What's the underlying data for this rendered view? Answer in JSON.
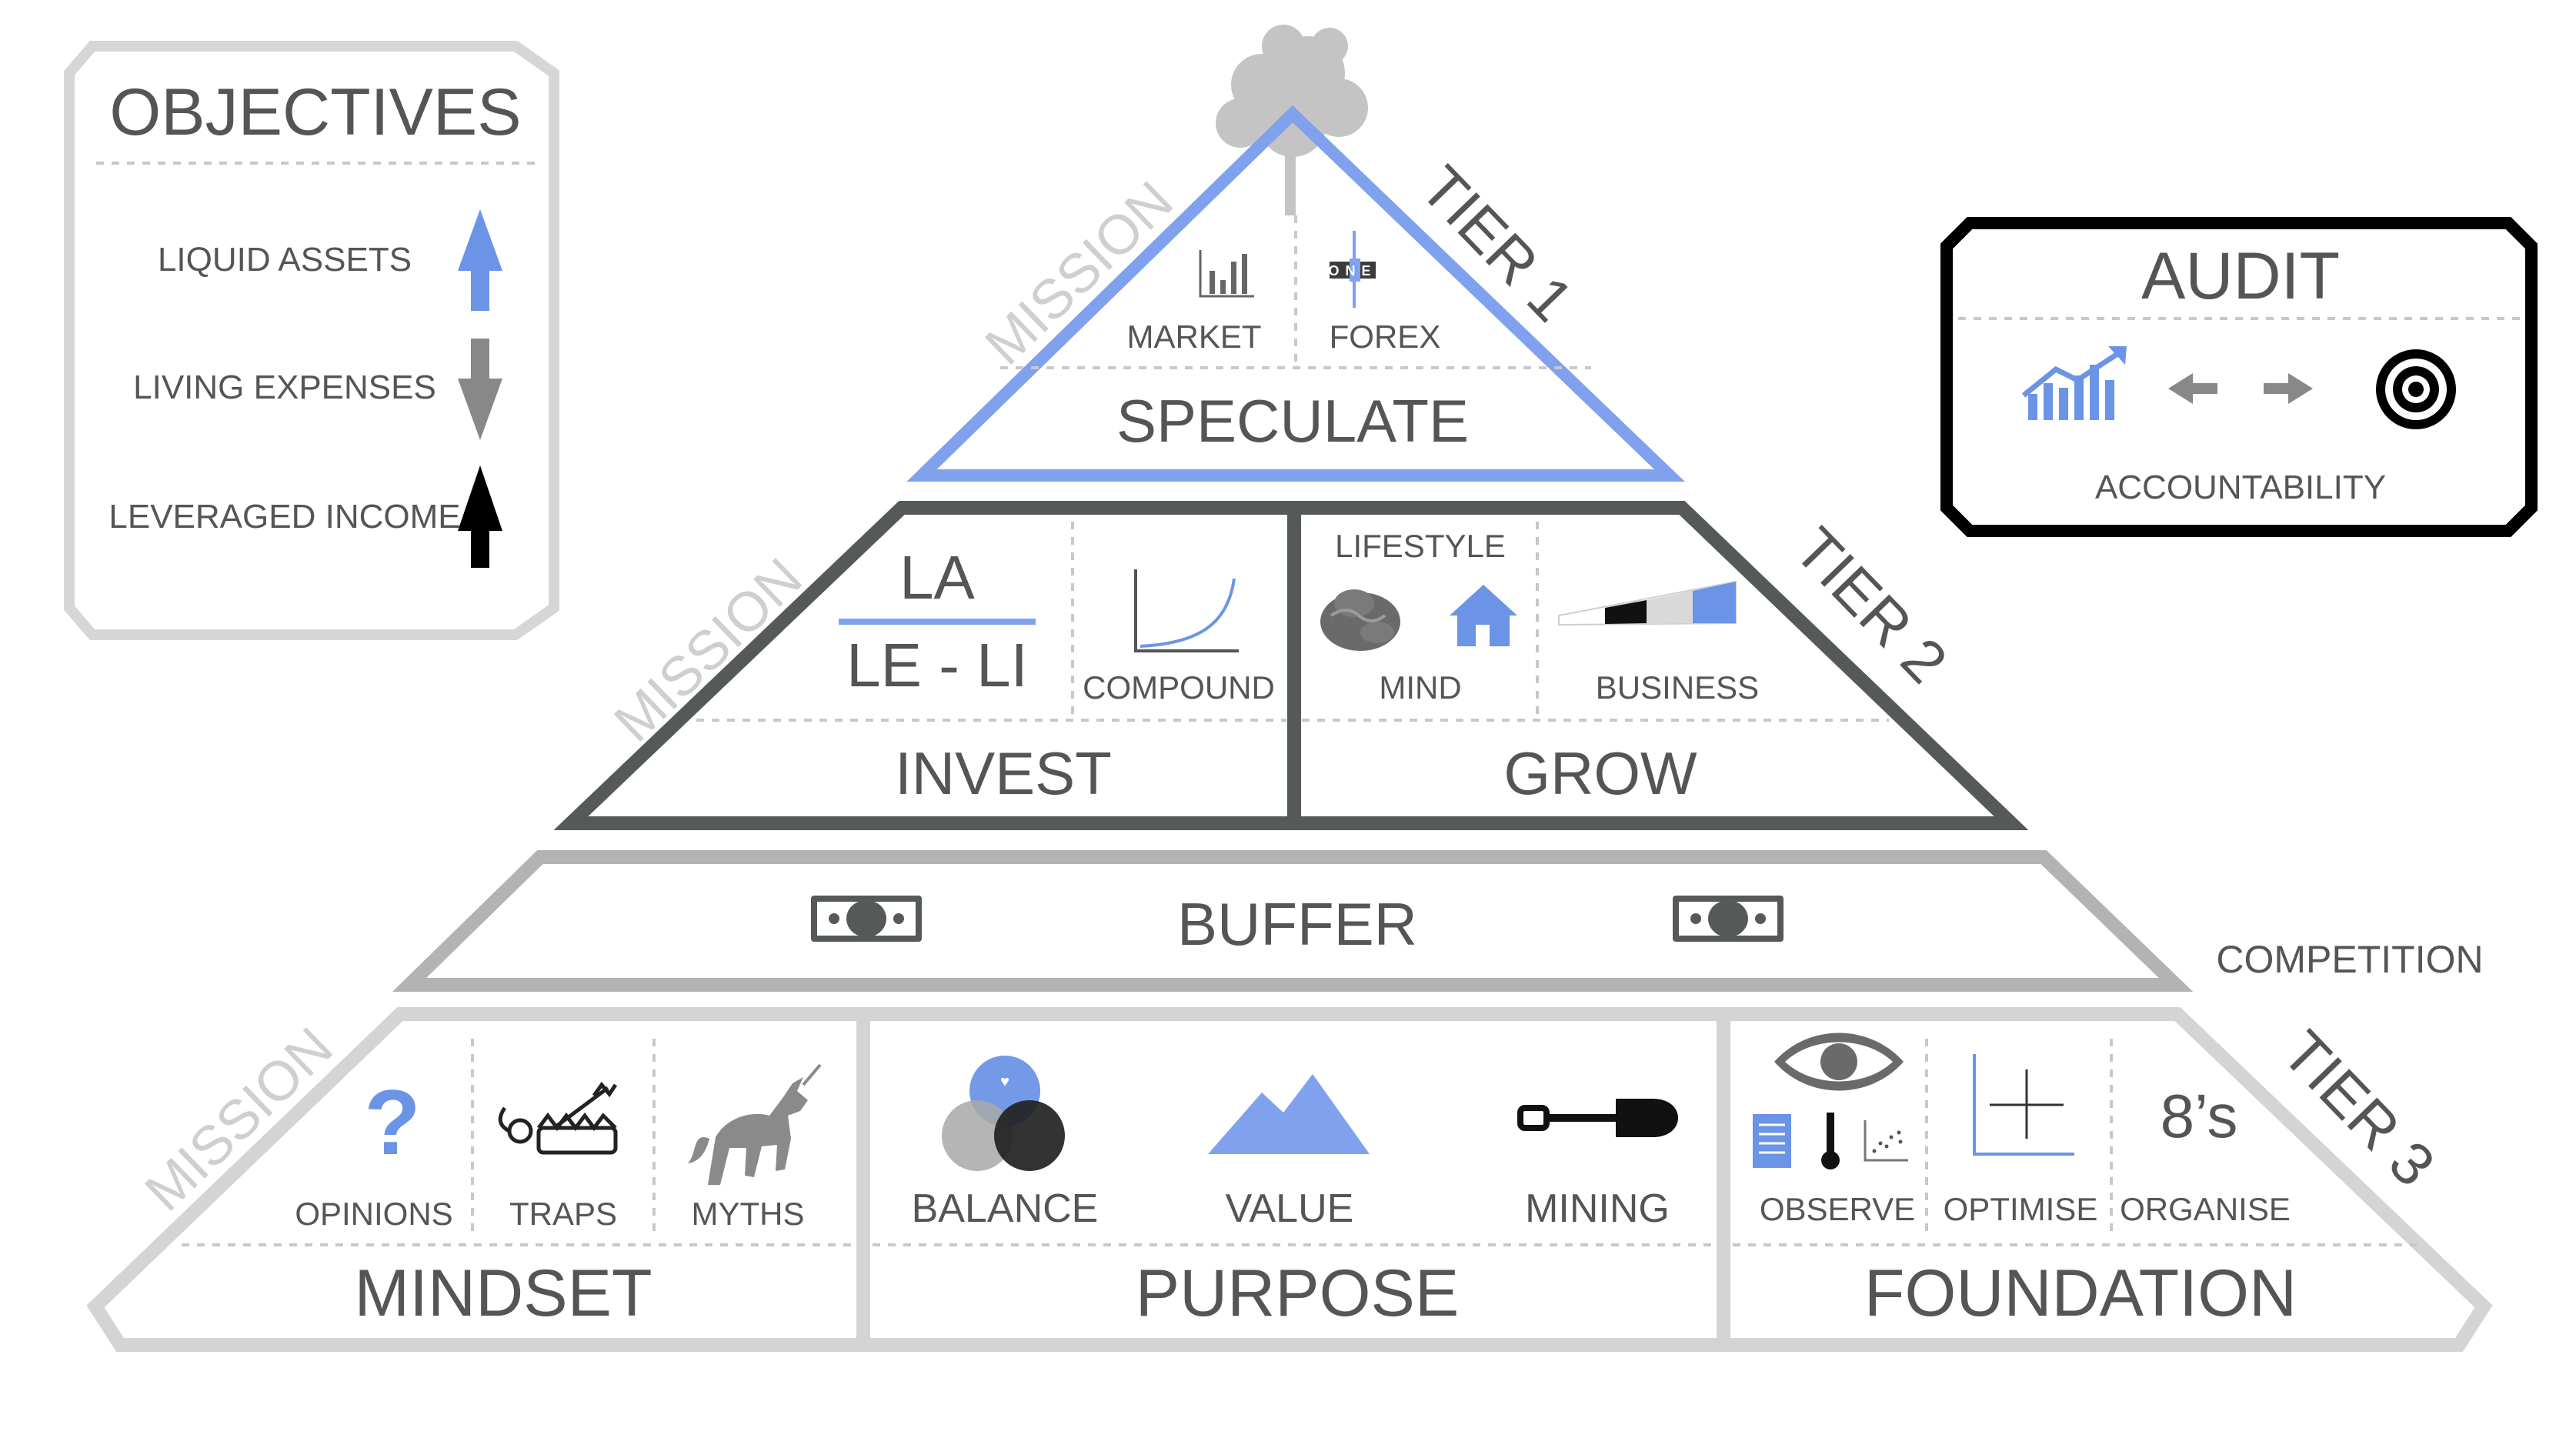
{
  "objectives": {
    "title": "OBJECTIVES",
    "items": [
      {
        "label": "LIQUID ASSETS",
        "icon": "arrow-up-blue-icon",
        "color": "#6b94e6"
      },
      {
        "label": "LIVING EXPENSES",
        "icon": "arrow-down-gray-icon",
        "color": "#888888"
      },
      {
        "label": "LEVERAGED INCOME",
        "icon": "arrow-up-black-icon",
        "color": "#000000"
      }
    ]
  },
  "audit": {
    "title": "AUDIT",
    "caption": "ACCOUNTABILITY",
    "icons": [
      "growth-chart-icon",
      "double-arrow-icon",
      "target-icon"
    ]
  },
  "tier1": {
    "label": "TIER 1",
    "mission": "MISSION",
    "title": "SPECULATE",
    "items": [
      "MARKET",
      "FOREX"
    ],
    "forex_logo": "ONE",
    "color": "#7fa1ee"
  },
  "tier2": {
    "label": "TIER 2",
    "mission": "MISSION",
    "invest": {
      "title": "INVEST",
      "formula_top": "LA",
      "formula_bottom": "LE - LI",
      "compound": "COMPOUND"
    },
    "grow": {
      "title": "GROW",
      "lifestyle": "LIFESTYLE",
      "mind": "MIND",
      "business": "BUSINESS"
    },
    "color": "#555a59"
  },
  "buffer": {
    "title": "BUFFER",
    "side_label": "COMPETITION",
    "icons": [
      "money-bill-icon",
      "money-bill-icon"
    ]
  },
  "tier3": {
    "label": "TIER 3",
    "mission": "MISSION",
    "mindset": {
      "title": "MINDSET",
      "items": [
        "OPINIONS",
        "TRAPS",
        "MYTHS"
      ]
    },
    "purpose": {
      "title": "PURPOSE",
      "items": [
        "BALANCE",
        "VALUE",
        "MINING"
      ]
    },
    "foundation": {
      "title": "FOUNDATION",
      "items": [
        "OBSERVE",
        "OPTIMISE",
        "ORGANISE"
      ],
      "eights": "8’s"
    },
    "color": "#d4d4d4"
  },
  "colors": {
    "blue": "#7fa1ee",
    "dark": "#555a59",
    "light": "#d4d4d4",
    "mid": "#b3b3b3",
    "text": "#555555"
  }
}
